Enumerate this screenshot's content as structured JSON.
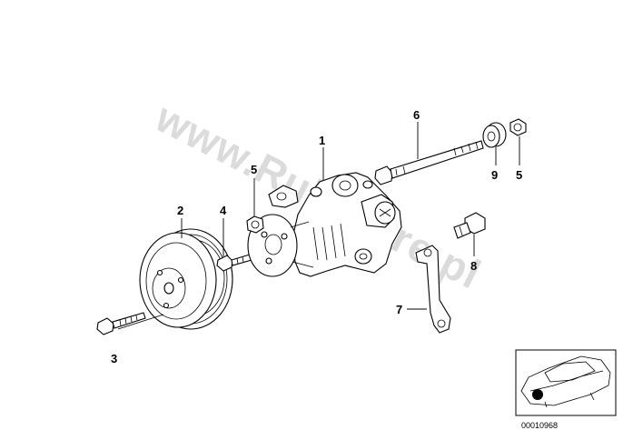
{
  "callouts": {
    "c1": "1",
    "c2": "2",
    "c3": "3",
    "c4": "4",
    "c5a": "5",
    "c5b": "5",
    "c6": "6",
    "c7": "7",
    "c8": "8",
    "c9": "9"
  },
  "thumbnail": {
    "code": "00010968"
  },
  "watermark": {
    "text": "www.RubStore.pl"
  }
}
